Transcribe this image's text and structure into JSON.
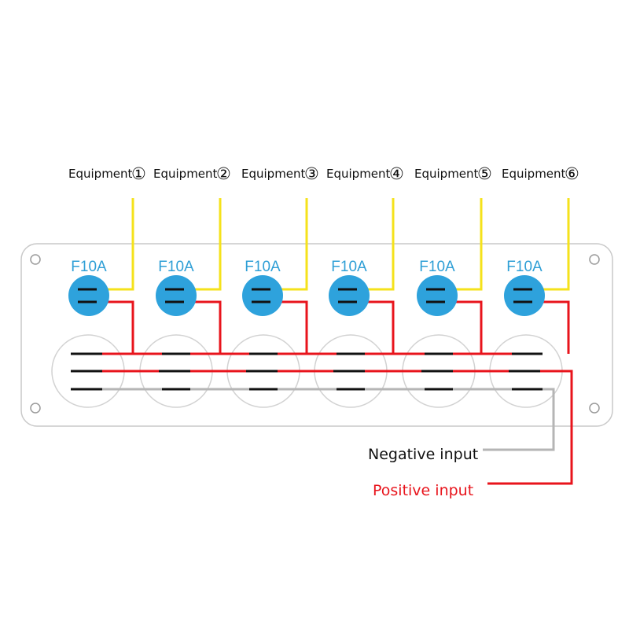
{
  "equipment": [
    {
      "label": "Equipment",
      "number": "①"
    },
    {
      "label": "Equipment",
      "number": "②"
    },
    {
      "label": "Equipment",
      "number": "③"
    },
    {
      "label": "Equipment",
      "number": "④"
    },
    {
      "label": "Equipment",
      "number": "⑤"
    },
    {
      "label": "Equipment",
      "number": "⑥"
    }
  ],
  "fuses": [
    {
      "label": "F10A"
    },
    {
      "label": "F10A"
    },
    {
      "label": "F10A"
    },
    {
      "label": "F10A"
    },
    {
      "label": "F10A"
    },
    {
      "label": "F10A"
    }
  ],
  "switch_count": 6,
  "inputs": {
    "negative": "Negative input",
    "positive": "Positive input"
  },
  "colors": {
    "equipment_wire": "#f5e21b",
    "positive_wire": "#e8141c",
    "negative_wire": "#b5b5b5",
    "fuse_fill": "#2ea2dc",
    "fuse_label": "#2f9fd6",
    "panel_outline": "#c9c9c9",
    "negative_text": "#111111",
    "positive_text": "#e8141c"
  }
}
